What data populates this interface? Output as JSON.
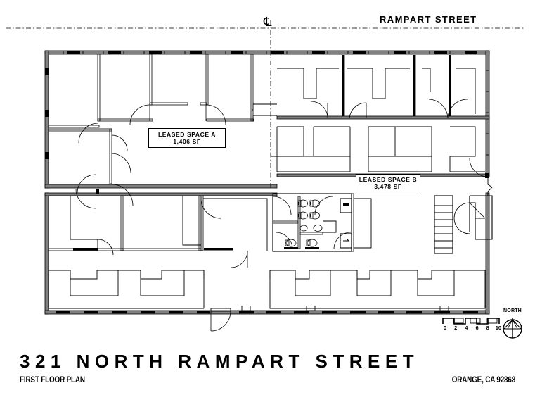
{
  "sheet": {
    "drawing_type": "architectural-floor-plan",
    "background": "#ffffff",
    "line_color": "#000000",
    "wall_fill": "#808080"
  },
  "street": {
    "name": "RAMPART STREET",
    "centerline_symbol": "℄"
  },
  "callouts": [
    {
      "id": "a",
      "name": "LEASED SPACE A",
      "area": "1,406 SF"
    },
    {
      "id": "b",
      "name": "LEASED SPACE B",
      "area": "3,478 SF"
    }
  ],
  "scale": {
    "ticks": [
      "0",
      "2",
      "4",
      "6",
      "8",
      "10"
    ],
    "units": "feet"
  },
  "compass": {
    "label": "NORTH"
  },
  "titleblock": {
    "title": "321 NORTH RAMPART STREET",
    "plan_label": "FIRST FLOOR PLAN",
    "location": "ORANGE, CA 92868"
  }
}
